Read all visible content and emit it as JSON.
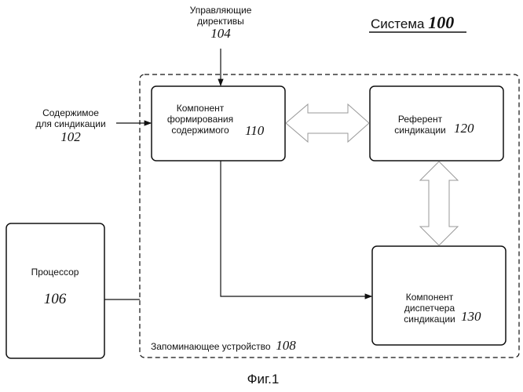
{
  "title": {
    "label": "Система",
    "number": "100"
  },
  "directives": {
    "line1": "Управляющие",
    "line2": "директивы",
    "number": "104"
  },
  "content": {
    "line1": "Содержимое",
    "line2": "для синдикации",
    "number": "102"
  },
  "content_component": {
    "line1": "Компонент",
    "line2": "формирования",
    "line3": "содержимого",
    "number": "110"
  },
  "referent": {
    "line1": "Референт",
    "line2": "синдикации",
    "number": "120"
  },
  "dispatcher": {
    "line1": "Компонент",
    "line2": "диспетчера",
    "line3": "синдикации",
    "number": "130"
  },
  "processor": {
    "label": "Процессор",
    "number": "106"
  },
  "storage": {
    "label": "Запоминающее устройство",
    "number": "108"
  },
  "caption": "Фиг.1"
}
